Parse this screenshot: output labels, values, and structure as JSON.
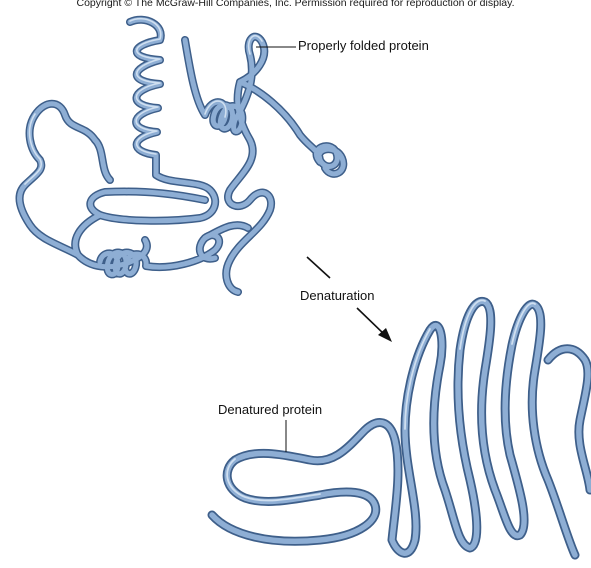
{
  "copyright": "Copyright © The McGraw-Hill Companies, Inc. Permission required for reproduction or display.",
  "labels": {
    "folded": "Properly folded protein",
    "process": "Denaturation",
    "denatured": "Denatured protein"
  },
  "colors": {
    "ribbon_dark": "#3e5f8a",
    "ribbon_mid": "#8eaed4",
    "ribbon_light": "#dbe7f5",
    "text": "#111111"
  }
}
